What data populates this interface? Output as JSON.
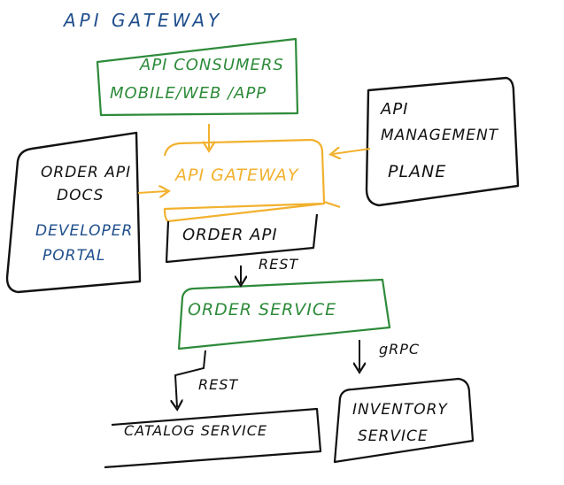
{
  "title": "API GATEWAY",
  "colors": {
    "blue": "#1f4e8c",
    "green": "#2e8b3a",
    "amber": "#f2b12e",
    "black": "#111111"
  },
  "nodes": {
    "consumers": {
      "line1": "API CONSUMERS",
      "line2": "MOBILE/WEB /APP"
    },
    "management": {
      "line1": "API",
      "line2": "MANAGEMENT",
      "line3": "PLANE"
    },
    "portal": {
      "line1": "ORDER API",
      "line2": "DOCS",
      "line3": "DEVELOPER",
      "line4": "PORTAL"
    },
    "gateway": {
      "label": "API GATEWAY"
    },
    "order_api": {
      "label": "ORDER API"
    },
    "order_service": {
      "label": "ORDER SERVICE"
    },
    "catalog_service": {
      "label": "CATALOG SERVICE"
    },
    "inventory_service": {
      "line1": "INVENTORY",
      "line2": "SERVICE"
    }
  },
  "edges": {
    "gateway_to_order_service": "REST",
    "order_to_catalog": "REST",
    "order_to_inventory": "gRPC"
  }
}
